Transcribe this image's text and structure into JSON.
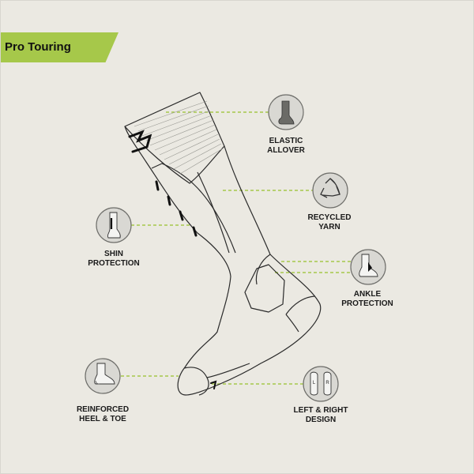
{
  "title": "Pro Touring",
  "features": {
    "elastic": {
      "line1": "ELASTIC",
      "line2": "ALLOVER",
      "icon": "sock-icon"
    },
    "recycled": {
      "line1": "RECYCLED",
      "line2": "YARN",
      "icon": "recycle-icon"
    },
    "shin": {
      "line1": "SHIN",
      "line2": "PROTECTION",
      "icon": "shin-leg-icon"
    },
    "ankle": {
      "line1": "ANKLE",
      "line2": "PROTECTION",
      "icon": "ankle-foot-icon"
    },
    "heel": {
      "line1": "REINFORCED",
      "line2": "HEEL & TOE",
      "icon": "foot-icon"
    },
    "lr": {
      "line1": "LEFT & RIGHT",
      "line2": "DESIGN",
      "icon": "left-right-feet-icon",
      "left_mark": "L",
      "right_mark": "R"
    }
  },
  "colors": {
    "accent": "#a6c84a",
    "background": "#ebe9e2",
    "icon_circle": "#d9d8d3",
    "outline": "#2a2a2a"
  }
}
